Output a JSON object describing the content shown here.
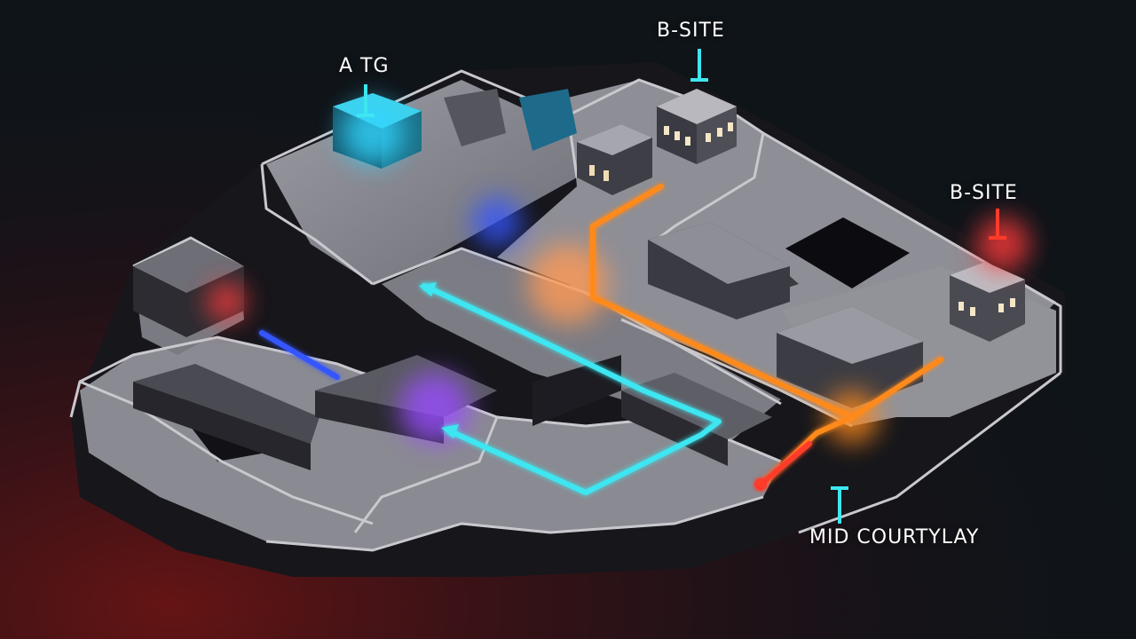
{
  "labels": {
    "a_tg": "A TG",
    "b_site_top": "B-SITE",
    "b_site_right": "B-SITE",
    "mid_courtyard": "MID COURTYLAY"
  },
  "colors": {
    "background": "#0f1419",
    "background_glow": "#5a1414",
    "floor": "#8a8a92",
    "wall_top": "#b4b4ba",
    "wall_side": "#2a2a30",
    "route_cyan": "#3ee6f0",
    "route_orange": "#ff8a1e",
    "route_red": "#ff3b2a",
    "route_blue": "#3456ff",
    "label_text": "#ffffff"
  },
  "icons": [
    "cyan-pointer-icon",
    "red-pointer-icon",
    "arrow-head-icon"
  ]
}
